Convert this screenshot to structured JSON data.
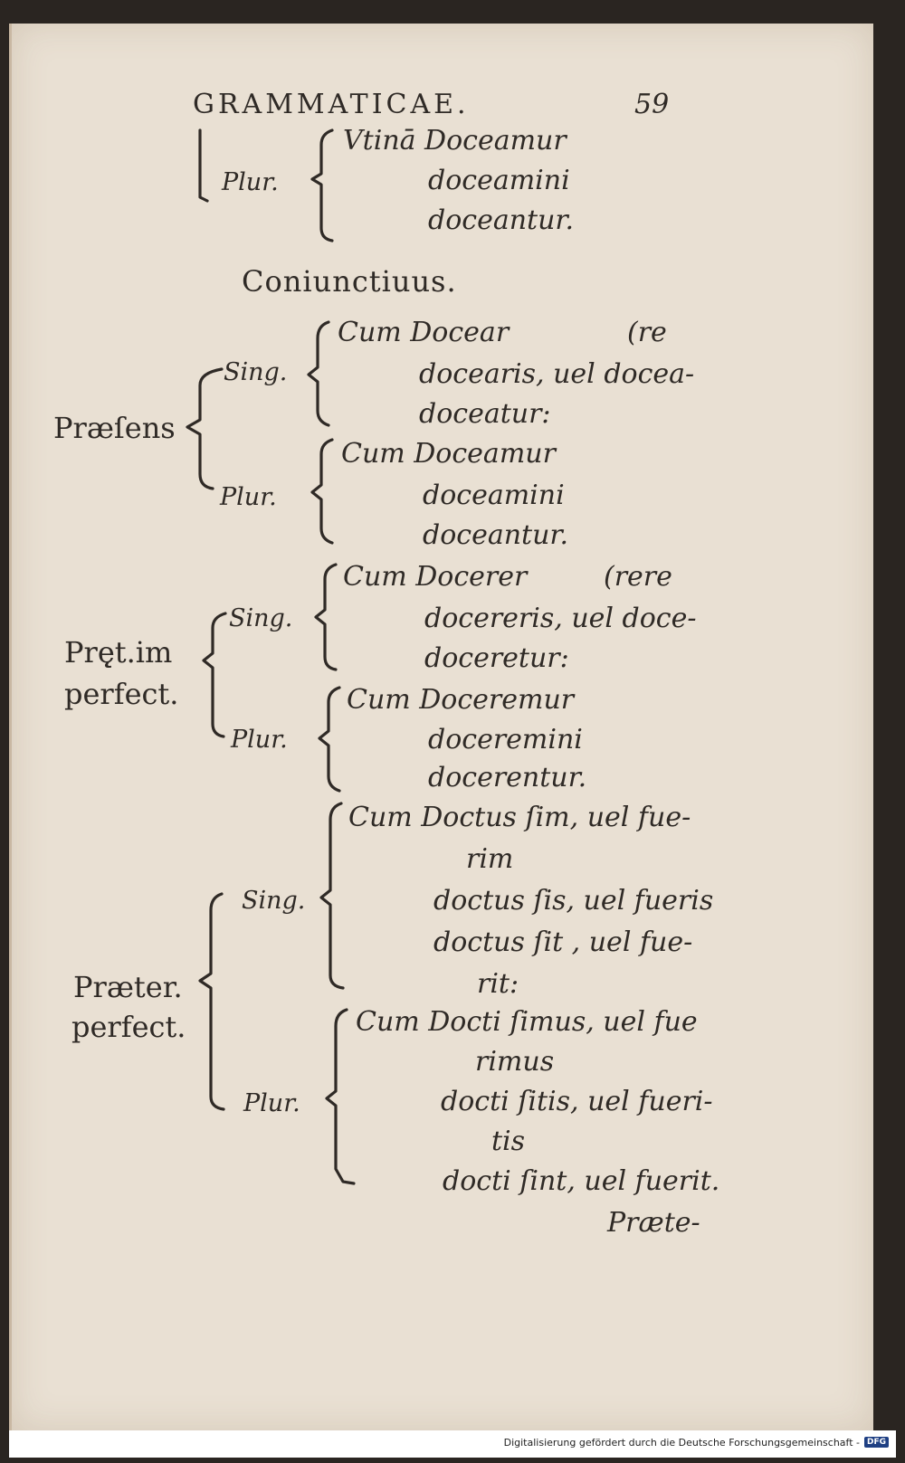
{
  "header": {
    "running_title": "GRAMMATICAE.",
    "page_number": "59"
  },
  "optative_plural": {
    "label": "Plur.",
    "lines": [
      "Vtinā Doceamur",
      "doceamini",
      "doceantur."
    ]
  },
  "section_title": "Coniunctiuus.",
  "praesens": {
    "label": "Præſens",
    "sing_label": "Sing.",
    "sing_lines": [
      "Cum  Docear",
      "(re",
      "docearis, uel docea-",
      "doceatur:"
    ],
    "plur_label": "Plur.",
    "plur_lines": [
      "Cum  Doceamur",
      "doceamini",
      "doceantur."
    ]
  },
  "imperfect": {
    "label_1": "Prę̨t.im",
    "label_2": "perfect.",
    "sing_label": "Sing.",
    "sing_lines": [
      "Cum  Docerer",
      "(rere",
      "docereris, uel doce-",
      "doceretur:"
    ],
    "plur_label": "Plur.",
    "plur_lines": [
      "Cum  Doceremur",
      "doceremini",
      "docerentur."
    ]
  },
  "perfect": {
    "label_1": "Præter.",
    "label_2": "perfect.",
    "sing_label": "Sing.",
    "sing_lines": [
      "Cum  Doctus ſim, uel fue-",
      "rim",
      "doctus ſis, uel fueris",
      "doctus ſit , uel fue-",
      "rit:"
    ],
    "plur_label": "Plur.",
    "plur_lines": [
      "Cum  Docti ſimus, uel fue",
      "rimus",
      "docti ſitis, uel fueri-",
      "tis",
      "docti ſint, uel fuerit."
    ]
  },
  "catchword": "Præte-",
  "footer": {
    "text": "Digitalisierung gefördert durch die Deutsche Forschungsgemeinschaft -",
    "logo": "DFG"
  },
  "colors": {
    "paper": "#e9e0d3",
    "ink": "#2f2a26",
    "background": "#2a2521"
  }
}
